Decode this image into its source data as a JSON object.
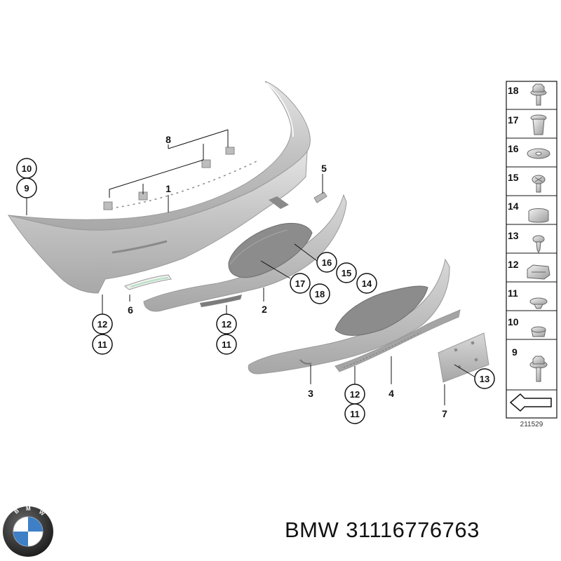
{
  "diagram": {
    "reference_number": "211529",
    "part_labels": [
      "1",
      "2",
      "3",
      "4",
      "5",
      "6",
      "7",
      "8"
    ],
    "callouts": {
      "c10": "10",
      "c9": "9",
      "c12a": "12",
      "c11a": "11",
      "c12b": "12",
      "c11b": "11",
      "c12c": "12",
      "c11c": "11",
      "c16": "16",
      "c15": "15",
      "c14": "14",
      "c17": "17",
      "c18": "18",
      "c13": "13"
    },
    "legend": [
      {
        "number": "18",
        "icon": "bolt-collar-icon"
      },
      {
        "number": "17",
        "icon": "sleeve-nut-icon"
      },
      {
        "number": "16",
        "icon": "washer-icon"
      },
      {
        "number": "15",
        "icon": "screw-icon"
      },
      {
        "number": "14",
        "icon": "cap-icon"
      },
      {
        "number": "13",
        "icon": "tapping-screw-icon"
      },
      {
        "number": "12",
        "icon": "clip-nut-icon"
      },
      {
        "number": "11",
        "icon": "expanding-rivet-icon"
      },
      {
        "number": "10",
        "icon": "plastic-nut-icon"
      },
      {
        "number": "9",
        "icon": "hex-bolt-icon"
      }
    ]
  },
  "brand": {
    "logo_text": "BMW",
    "name": "BMW",
    "part_number": "31116776763"
  }
}
